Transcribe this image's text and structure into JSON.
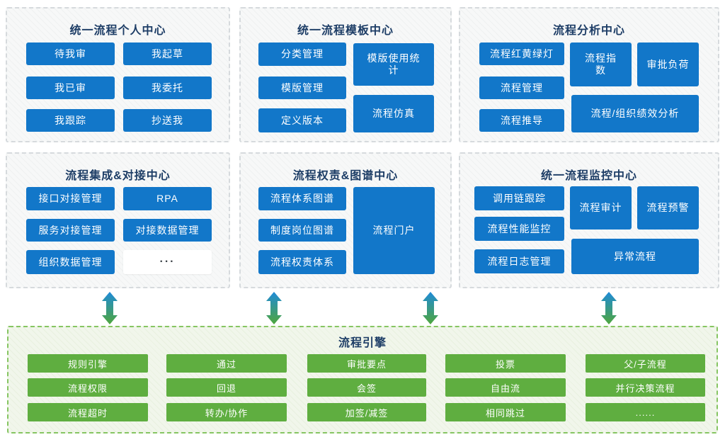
{
  "panels": [
    {
      "title": "统一流程个人中心",
      "buttons": [
        "待我审",
        "我起草",
        "我已审",
        "我委托",
        "我跟踪",
        "抄送我"
      ]
    },
    {
      "title": "统一流程模板中心",
      "buttons": [
        "分类管理",
        "模版管理",
        "定义版本",
        "模版使用统\n计",
        "流程仿真"
      ]
    },
    {
      "title": "流程分析中心",
      "buttons": [
        "流程红黄绿灯",
        "流程管理",
        "流程推导",
        "流程指\n数",
        "审批负荷",
        "流程/组织绩效分析"
      ]
    },
    {
      "title": "流程集成&对接中心",
      "buttons": [
        "接口对接管理",
        "RPA",
        "服务对接管理",
        "对接数据管理",
        "组织数据管理",
        "···"
      ]
    },
    {
      "title": "流程权责&图谱中心",
      "buttons": [
        "流程体系图谱",
        "制度岗位图谱",
        "流程权责体系",
        "流程门户"
      ]
    },
    {
      "title": "统一流程监控中心",
      "buttons": [
        "调用链跟踪",
        "流程性能监控",
        "流程日志管理",
        "流程审计",
        "流程预警",
        "异常流程"
      ]
    }
  ],
  "engine": {
    "title": "流程引擎",
    "buttons": [
      "规则引擎",
      "通过",
      "审批要点",
      "投票",
      "父/子流程",
      "流程权限",
      "回退",
      "会签",
      "自由流",
      "并行决策流程",
      "流程超时",
      "转办/协作",
      "加签/减签",
      "相同跳过",
      "......"
    ]
  },
  "icons": {
    "arrow": "up-down-double-arrow"
  },
  "colors": {
    "module_blue": "#1277c9",
    "engine_green": "#5fae40",
    "title_navy": "#1d3d66",
    "panel_border_gray": "#d6dadd",
    "engine_border_green": "#86c562",
    "arrow_top_blue": "#1f8bd8",
    "arrow_bottom_green": "#4fa63c"
  }
}
